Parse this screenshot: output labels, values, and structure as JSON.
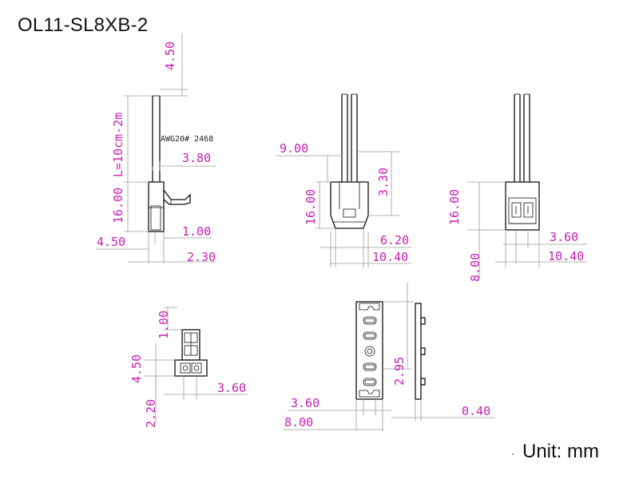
{
  "title": "OL11-SL8XB-2",
  "unit": "Unit: mm",
  "wire_note": "AWG20# 2468",
  "dimensions": {
    "side_wire_tip": "4.50",
    "side_length": "L=10cm-2m",
    "side_wire_w": "3.80",
    "side_height": "16.00",
    "side_lead": "1.00",
    "side_base": "4.50",
    "side_depth": "2.30",
    "front_tip": "9.00",
    "front_gap": "3.30",
    "front_height": "16.00",
    "front_inner": "6.20",
    "front_width": "10.40",
    "back_height": "16.00",
    "back_inner": "3.60",
    "back_width": "10.40",
    "back_depth": "8.00",
    "small_top": "1.00",
    "small_height": "4.50",
    "small_width": "3.60",
    "small_bottom": "2.20",
    "pcb_pitch": "2.95",
    "pcb_pad": "3.60",
    "pcb_width": "8.00",
    "pcb_thick": "0.40"
  }
}
